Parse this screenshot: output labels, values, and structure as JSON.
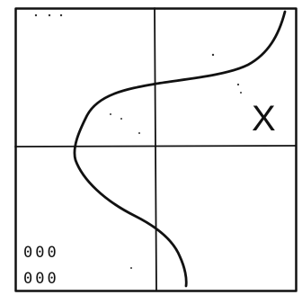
{
  "marker": {
    "label": "X"
  },
  "grid_dots": {
    "row1": "000",
    "row2": "000"
  }
}
